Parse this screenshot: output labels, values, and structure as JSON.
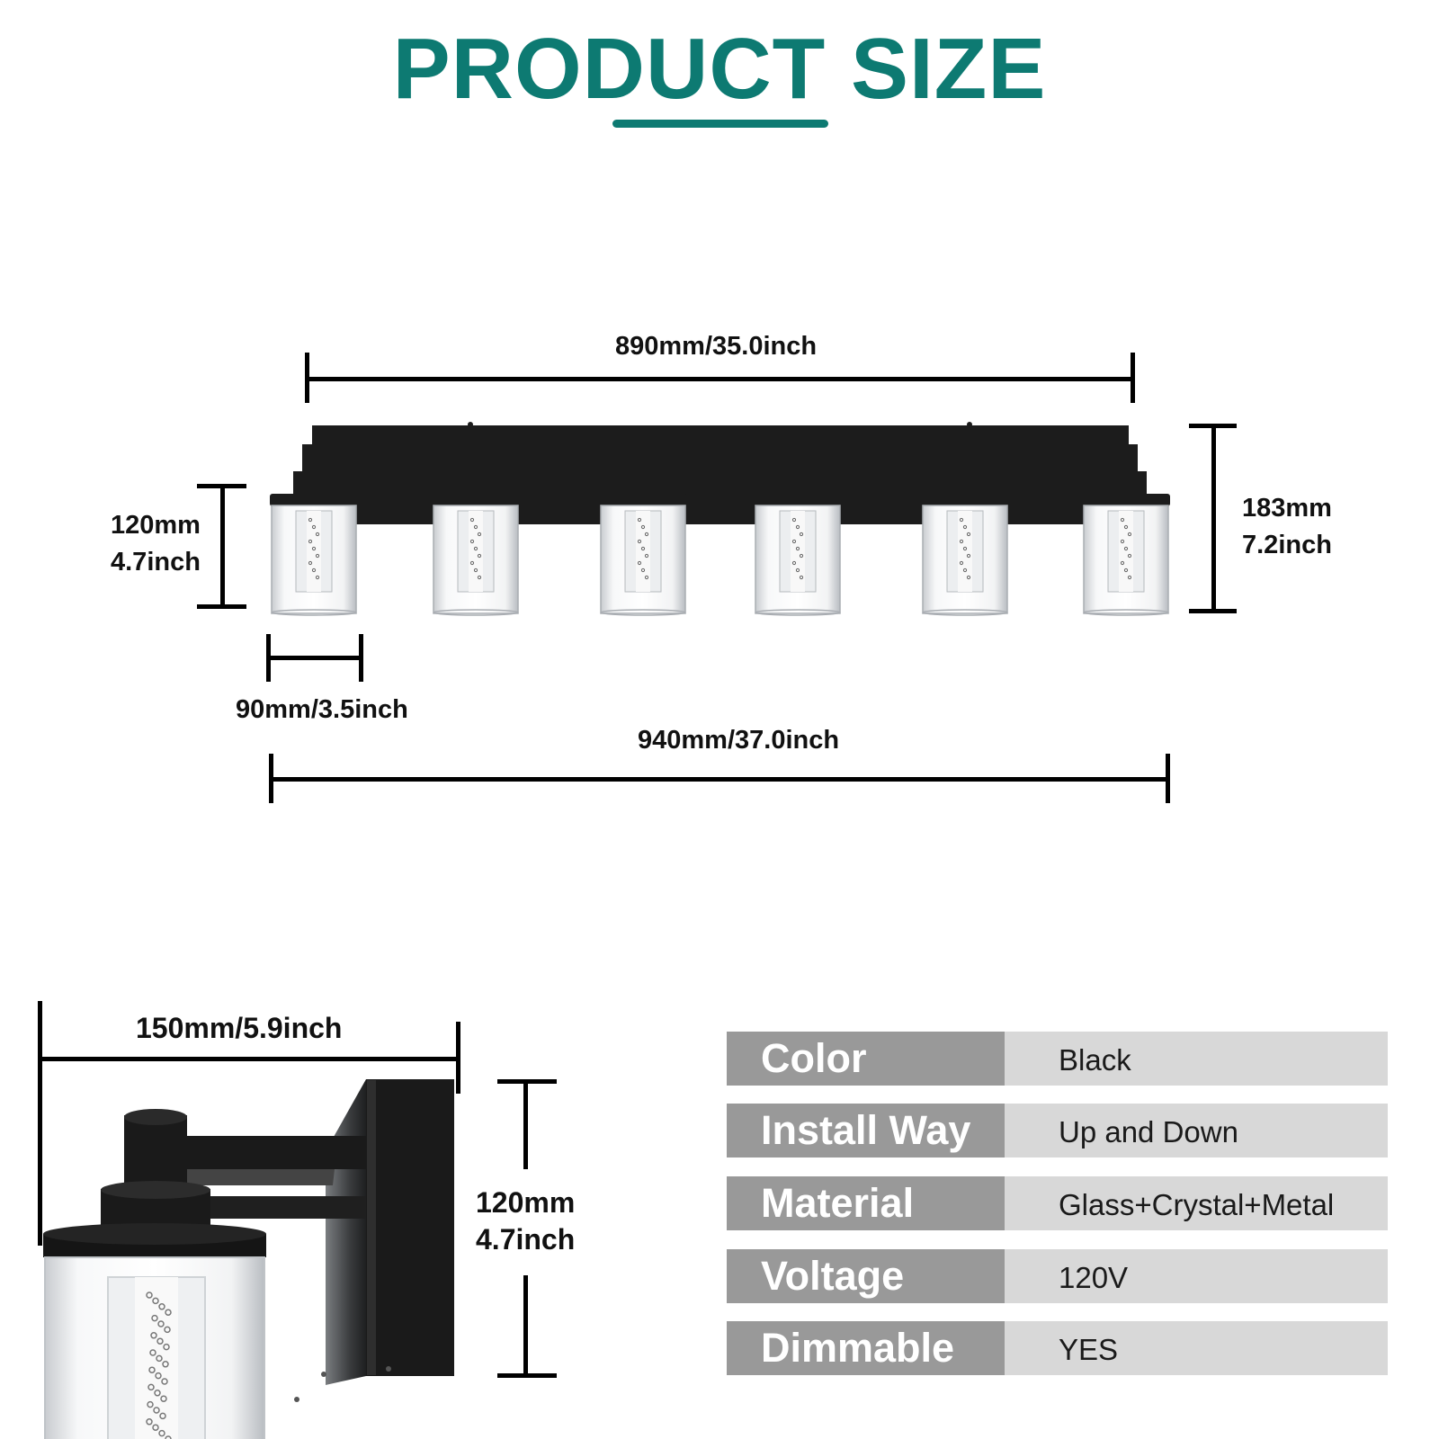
{
  "title": "PRODUCT SIZE",
  "colors": {
    "accent": "#0d7a72",
    "fixture": "#1c1c1c",
    "spec_key_bg": "#999999",
    "spec_val_bg": "#d8d8d8"
  },
  "dimensions": {
    "backplate_width": "890mm/35.0inch",
    "total_width": "940mm/37.0inch",
    "shade_width": "90mm/3.5inch",
    "shade_height_mm": "120mm",
    "shade_height_in": "4.7inch",
    "total_height_mm": "183mm",
    "total_height_in": "7.2inch",
    "extension": "150mm/5.9inch",
    "side_height_mm": "120mm",
    "side_height_in": "4.7inch"
  },
  "specs": [
    {
      "key": "Color",
      "value": "Black"
    },
    {
      "key": "Install Way",
      "value": "Up and Down"
    },
    {
      "key": "Material",
      "value": "Glass+Crystal+Metal"
    },
    {
      "key": "Voltage",
      "value": "120V"
    },
    {
      "key": "Dimmable",
      "value": "YES"
    }
  ]
}
